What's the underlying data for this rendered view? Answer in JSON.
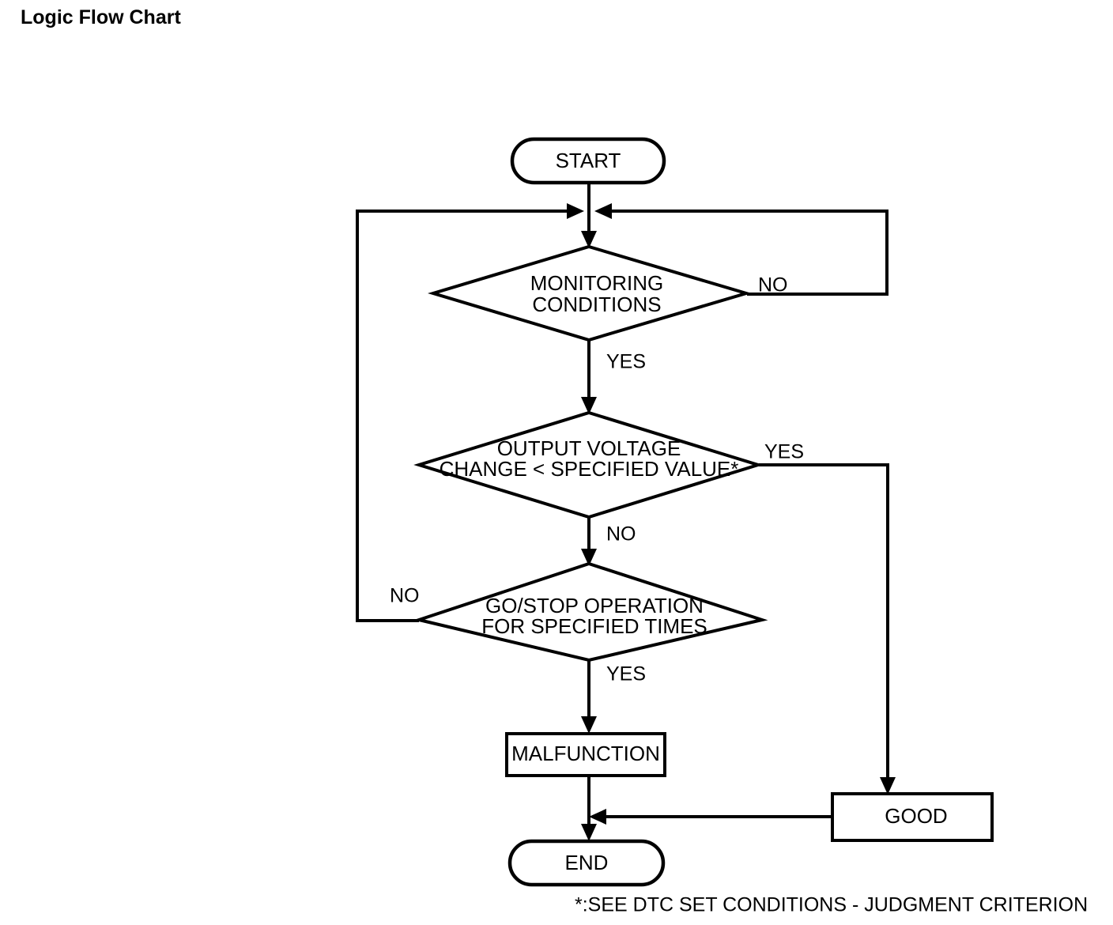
{
  "page": {
    "title": "Logic Flow Chart"
  },
  "chart_data": {
    "type": "diagram",
    "diagram_kind": "flowchart",
    "title": "Logic Flow Chart",
    "nodes": [
      {
        "id": "start",
        "shape": "terminator",
        "label": "START"
      },
      {
        "id": "monitoring",
        "shape": "decision",
        "label": "MONITORING CONDITIONS",
        "line1": "MONITORING",
        "line2": "CONDITIONS"
      },
      {
        "id": "voltage",
        "shape": "decision",
        "label": "OUTPUT VOLTAGE CHANGE < SPECIFIED VALUE*",
        "line1": "OUTPUT VOLTAGE",
        "line2": "CHANGE < SPECIFIED VALUE*"
      },
      {
        "id": "gostop",
        "shape": "decision",
        "label": "GO/STOP OPERATION FOR SPECIFIED TIMES",
        "line1": "GO/STOP OPERATION",
        "line2": "FOR SPECIFIED TIMES"
      },
      {
        "id": "malfunction",
        "shape": "process",
        "label": "MALFUNCTION"
      },
      {
        "id": "good",
        "shape": "process",
        "label": "GOOD"
      },
      {
        "id": "end",
        "shape": "terminator",
        "label": "END"
      }
    ],
    "edges": [
      {
        "from": "start",
        "to": "monitoring",
        "label": ""
      },
      {
        "from": "monitoring",
        "to": "junction",
        "label": "NO"
      },
      {
        "from": "monitoring",
        "to": "voltage",
        "label": "YES"
      },
      {
        "from": "voltage",
        "to": "good",
        "label": "YES"
      },
      {
        "from": "voltage",
        "to": "gostop",
        "label": "NO"
      },
      {
        "from": "gostop",
        "to": "junction",
        "label": "NO"
      },
      {
        "from": "gostop",
        "to": "malfunction",
        "label": "YES"
      },
      {
        "from": "malfunction",
        "to": "end",
        "label": ""
      },
      {
        "from": "good",
        "to": "end",
        "label": ""
      }
    ],
    "edge_labels": {
      "monitoring_no": "NO",
      "monitoring_yes": "YES",
      "voltage_yes": "YES",
      "voltage_no": "NO",
      "gostop_no": "NO",
      "gostop_yes": "YES"
    },
    "footnote": "*:SEE DTC SET CONDITIONS - JUDGMENT CRITERION",
    "colors": {
      "stroke": "#000000",
      "fill": "#ffffff",
      "text": "#000000",
      "background": "#ffffff"
    }
  }
}
